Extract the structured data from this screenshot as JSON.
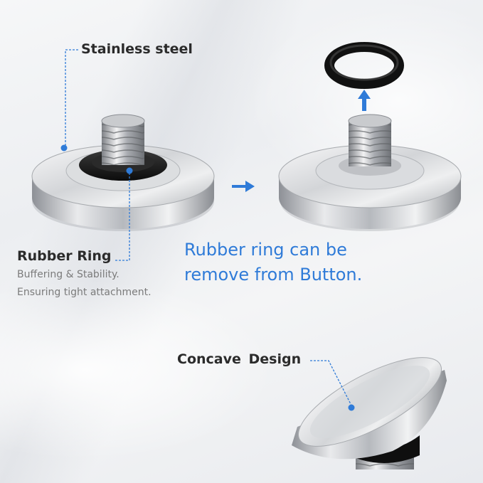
{
  "labels": {
    "stainless": "Stainless steel",
    "rubber_title": "Rubber Ring",
    "rubber_sub_1": "Buffering & Stability.",
    "rubber_sub_2": "Ensuring tight attachment.",
    "callout_line_1": "Rubber ring can be",
    "callout_line_2": "remove from Button.",
    "concave": "Concave  Design"
  },
  "colors": {
    "accent_blue": "#2f7bd8",
    "label_dark": "#2b2b2b",
    "sub_gray": "#7b7b7b"
  },
  "icons": {
    "arrow_right": "arrow-right-icon",
    "arrow_up": "arrow-up-icon"
  }
}
